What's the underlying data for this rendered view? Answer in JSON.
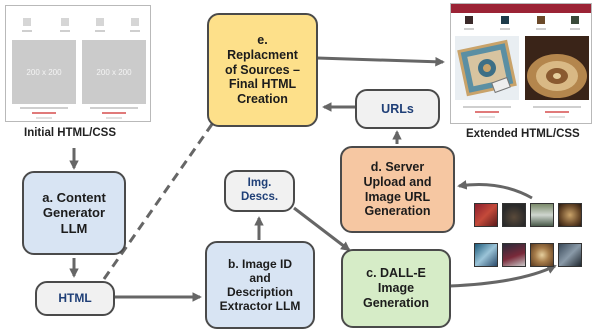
{
  "boxes": {
    "e": "e.\nReplacment\nof Sources –\nFinal HTML\nCreation",
    "urls": "URLs",
    "d": "d. Server\nUpload and\nImage URL\nGeneration",
    "a": "a. Content\nGenerator\nLLM",
    "img_descs": "Img.\nDescs.",
    "b": "b. Image ID\nand\nDescription\nExtractor LLM",
    "c": "c. DALL-E\nImage\nGeneration",
    "html": "HTML"
  },
  "captions": {
    "initial": "Initial HTML/CSS",
    "extended": "Extended HTML/CSS"
  },
  "thumbnails": {
    "placeholder_label": "200 x 200"
  },
  "colors": {
    "yellow_box": "#fde08a",
    "blue_box": "#d8e4f3",
    "orange_box": "#f6c7a2",
    "green_box": "#d6ecc7",
    "gray_box": "#f1f1f1",
    "navy_text": "#1f3f77",
    "arrow": "#666666"
  }
}
